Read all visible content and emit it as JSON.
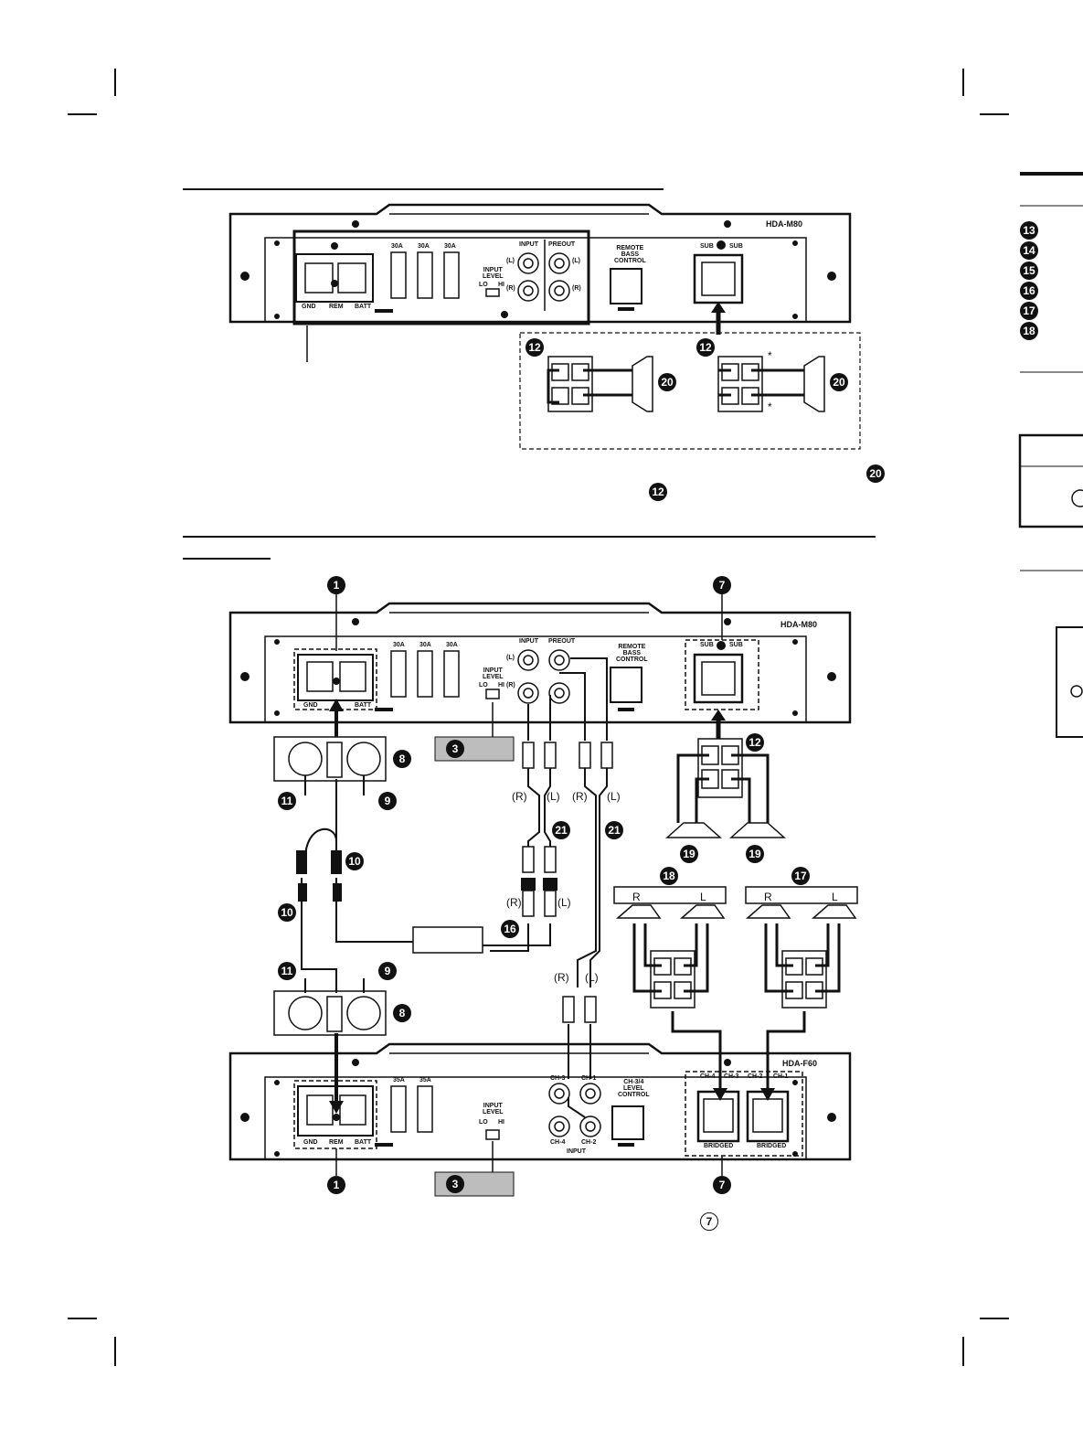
{
  "amp1": {
    "model": "HDA-M80",
    "fuses": [
      "30A",
      "30A",
      "30A"
    ],
    "power_terminals": [
      "GND",
      "REM",
      "BATT"
    ],
    "input_label": "INPUT",
    "preout_label": "PREOUT",
    "ch_left": "(L)",
    "ch_right": "(R)",
    "input_level": "INPUT\nLEVEL",
    "lo": "LO",
    "hi": "HI",
    "remote_bass": "REMOTE\nBASS\nCONTROL",
    "sub1": "SUB",
    "sub2": "SUB"
  },
  "amp2": {
    "model": "HDA-F60",
    "fuses": [
      "35A",
      "35A"
    ],
    "ch1": "CH-1",
    "ch2": "CH-2",
    "ch3": "CH-3",
    "ch4": "CH-4",
    "level_control": "CH-3/4\nLEVEL\nCONTROL",
    "bridged": "BRIDGED",
    "input_label": "INPUT"
  },
  "callouts": {
    "n1": "1",
    "n3": "3",
    "n7": "7",
    "n8": "8",
    "n9": "9",
    "n10": "10",
    "n11": "11",
    "n12": "12",
    "n13": "13",
    "n14": "14",
    "n15": "15",
    "n16": "16",
    "n17": "17",
    "n18": "18",
    "n19": "19",
    "n20": "20",
    "n21": "21"
  },
  "labels": {
    "R": "(R)",
    "L": "(L)",
    "speaker_R": "R",
    "speaker_L": "L",
    "asterisk": "*"
  },
  "colors": {
    "ink": "#111111",
    "panel": "#ffffff",
    "gray": "#bdbdbd"
  }
}
